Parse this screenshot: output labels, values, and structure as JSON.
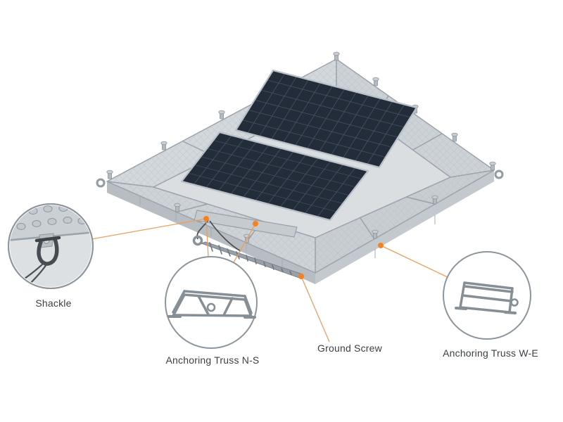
{
  "figure": {
    "name": "floating-solar-anchoring-system-diagram",
    "labels": {
      "shackle": "Shackle",
      "truss_ns": "Anchoring Truss N-S",
      "ground_screw": "Ground Screw",
      "truss_we": "Anchoring Truss W-E"
    },
    "colors": {
      "accent": "#f5821f",
      "leader_line": "#e9a05f",
      "float_gray": "#d3d8dc",
      "panel_dark": "#232c39",
      "text": "#3a4046"
    }
  }
}
